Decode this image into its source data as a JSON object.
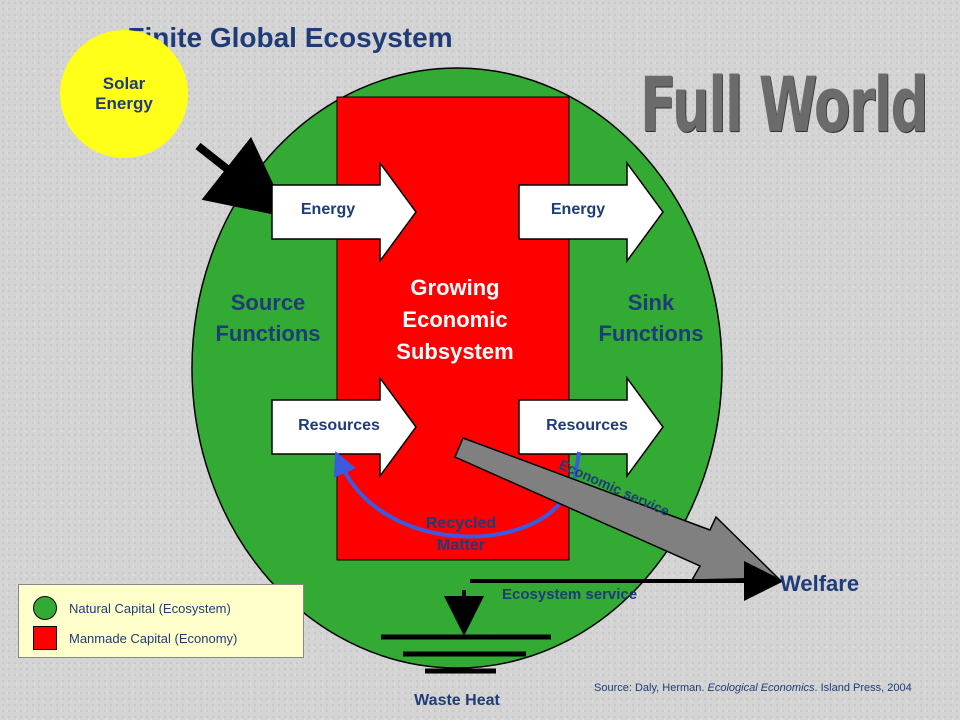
{
  "title": "Finite Global Ecosystem",
  "banner": "Full World",
  "sun_label": "Solar Energy",
  "subsystem_label": "Growing Economic Subsystem",
  "source_functions": "Source Functions",
  "sink_functions": "Sink Functions",
  "arrows": {
    "energy_in": "Energy",
    "energy_out": "Energy",
    "resources_in": "Resources",
    "resources_out": "Resources"
  },
  "recycled_matter": "Recycled Matter",
  "economic_service": "Economic service",
  "ecosystem_service": "Ecosystem service",
  "welfare": "Welfare",
  "waste_heat": "Waste Heat",
  "legend": {
    "natural": "Natural Capital (Ecosystem)",
    "manmade": "Manmade Capital (Economy)"
  },
  "source": {
    "prefix": "Source:  Daly, Herman. ",
    "book": "Ecological Economics",
    "suffix": ".  Island Press, 2004"
  },
  "colors": {
    "ecosystem": "#33aa33",
    "economy": "#ff0000",
    "sun": "#ffff1a",
    "text": "#1f3c78",
    "recycle": "#3a5be0"
  }
}
